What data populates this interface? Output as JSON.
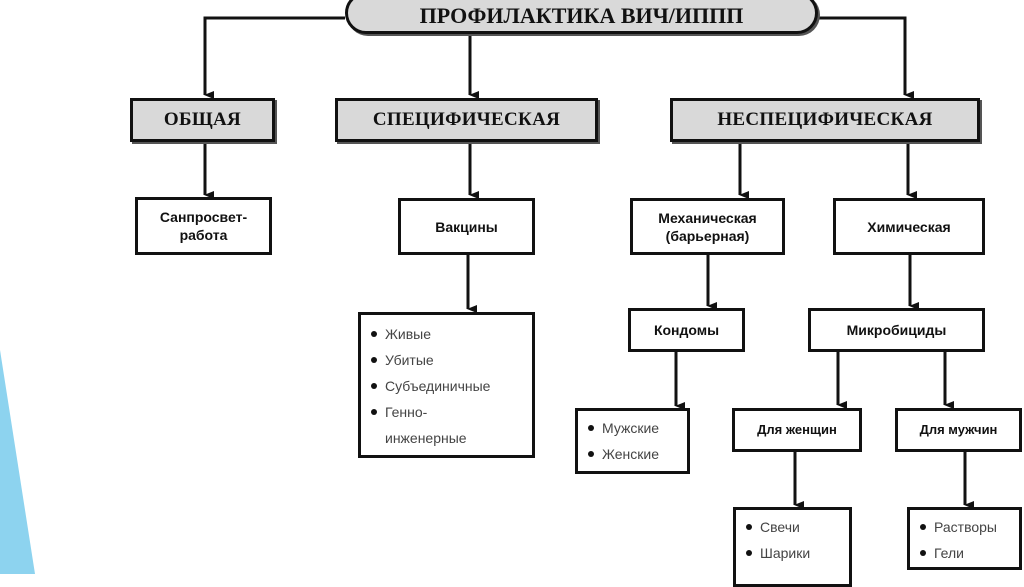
{
  "title": "ПРОФИЛАКТИКА ВИЧ/ИППП",
  "categories": {
    "general": "ОБЩАЯ",
    "specific": "СПЕЦИФИЧЕСКАЯ",
    "nonspecific": "НЕСПЕЦИФИЧЕСКАЯ"
  },
  "general": {
    "item": "Санпросвет-\nработа"
  },
  "specific": {
    "item": "Вакцины",
    "list": [
      "Живые",
      "Убитые",
      "Субъединичные",
      "Генно-",
      "инженерные"
    ]
  },
  "nonspecific": {
    "mechanical": "Механическая\n(барьерная)",
    "chemical": "Химическая",
    "condoms": "Кондомы",
    "condom_types": [
      "Мужские",
      "Женские"
    ],
    "microbicides": "Микробициды",
    "for_women": "Для женщин",
    "for_men": "Для мужчин",
    "women_list": [
      "Свечи",
      "Шарики"
    ],
    "men_list": [
      "Растворы",
      "Гели"
    ]
  },
  "colors": {
    "box_fill": "#d9d9d9",
    "accent_triangle": "#8dd3ef"
  }
}
